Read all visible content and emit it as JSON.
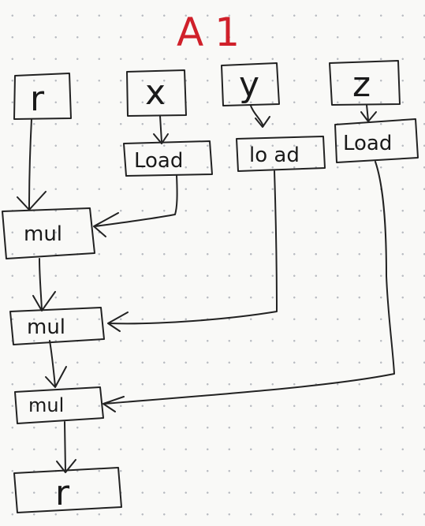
{
  "title": "A1",
  "nodes": {
    "r_in": "r",
    "x_in": "x",
    "y_in": "y",
    "z_in": "z",
    "load_x": "Load",
    "load_y": "lo ad",
    "load_z": "Load",
    "mul_1": "mul",
    "mul_2": "mul",
    "mul_3": "mul",
    "r_out": "r"
  },
  "colors": {
    "title": "#d0202a",
    "ink": "#222222",
    "paper": "#f9f9f7",
    "dot_grid": "#b9bcc2"
  }
}
